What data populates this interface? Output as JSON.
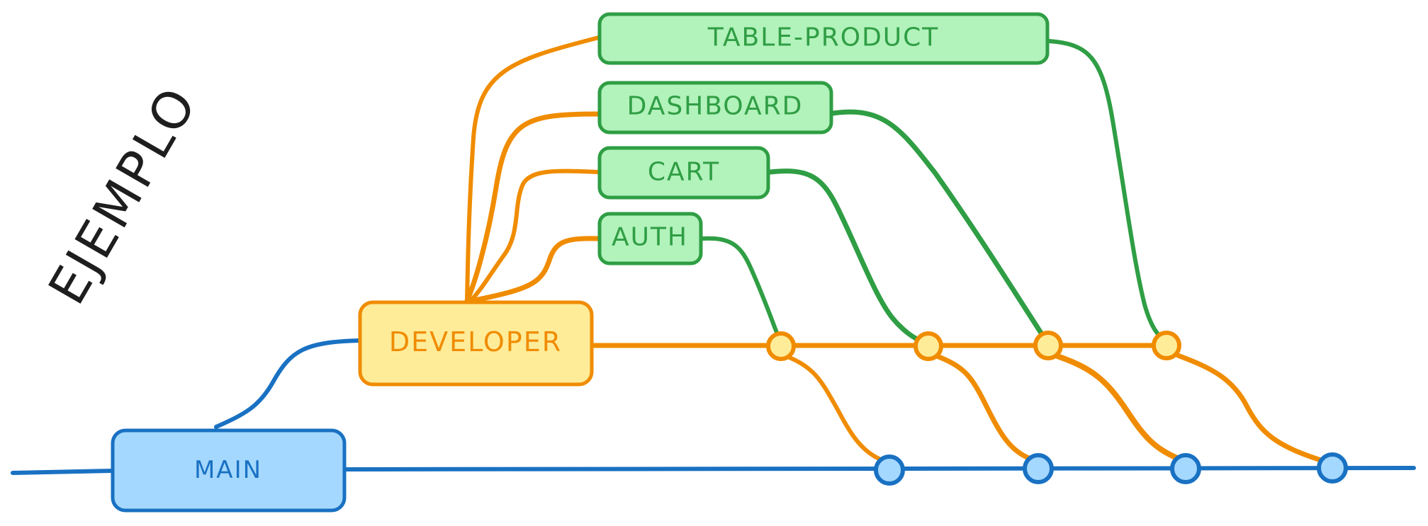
{
  "title": "EJEMPLO",
  "branches": {
    "main": "MAIN",
    "developer": "DEVELOPER",
    "features": [
      "TABLE-PRODUCT",
      "DASHBOARD",
      "CART",
      "AUTH"
    ]
  },
  "colors": {
    "main_stroke": "#1971c2",
    "main_fill": "#a5d8ff",
    "developer_stroke": "#f08c00",
    "developer_fill": "#ffec99",
    "feature_stroke": "#2f9e44",
    "feature_fill": "#b2f2bb",
    "title": "#1e1e1e"
  }
}
